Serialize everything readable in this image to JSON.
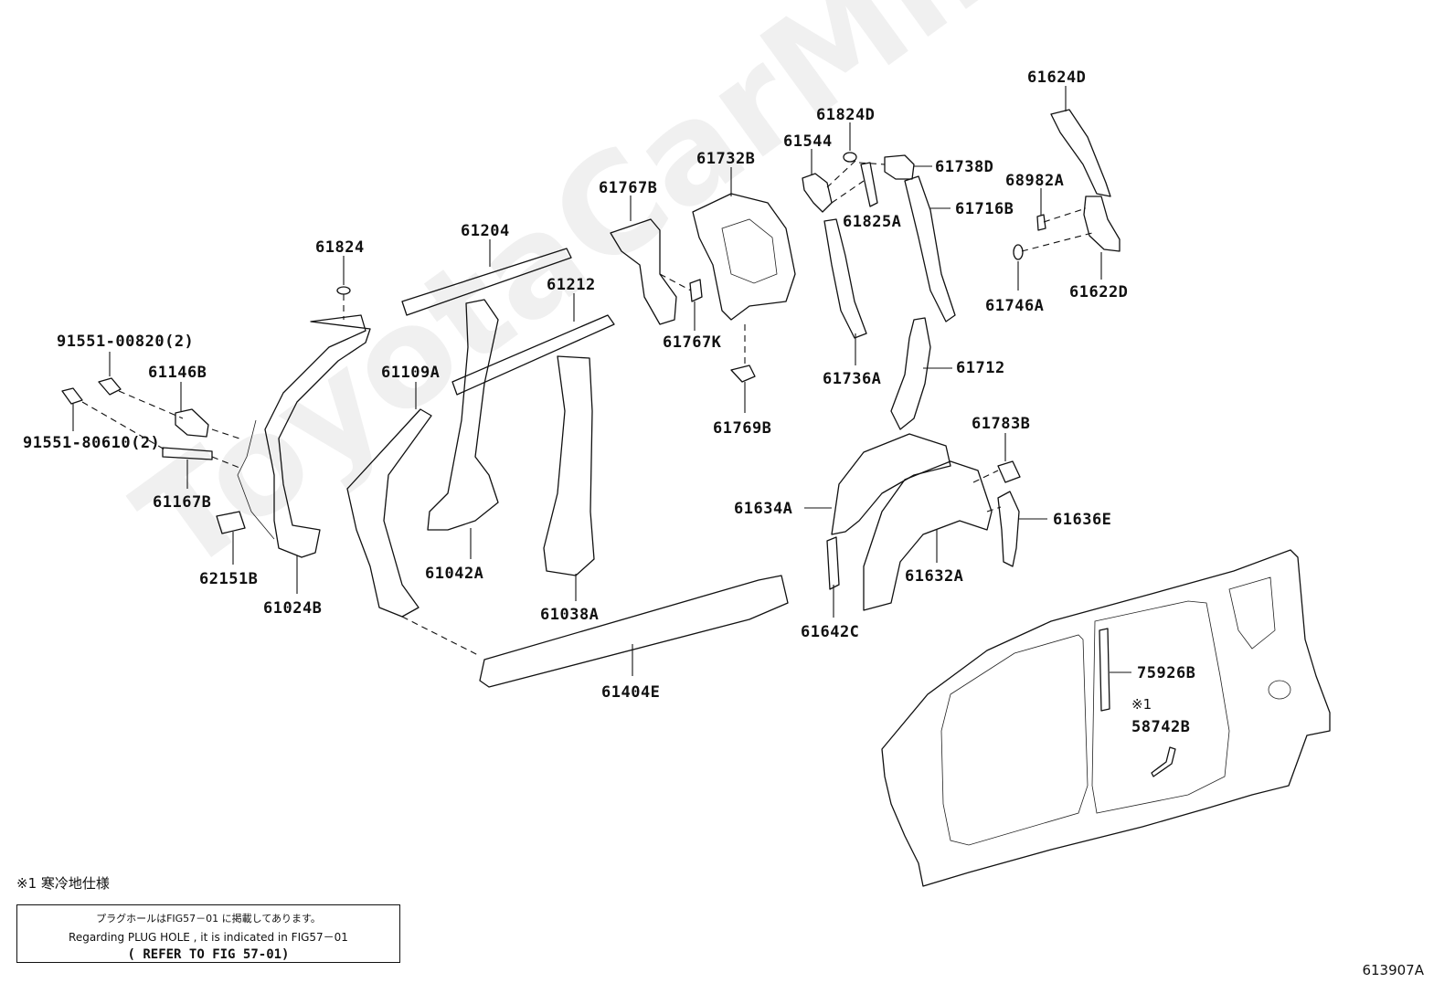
{
  "watermark": "ToyotaCarMine.ru",
  "figure_code": "613907A",
  "note_mark": "※1 寒冷地仕様",
  "asterisk_note": "※1",
  "note_box": {
    "line1": "プラグホールはFIG57－01 に掲載してあります。",
    "line2": "Regarding  PLUG HOLE , it is indicated in  FIG57－01",
    "line3": "( REFER TO FIG 57-01)"
  },
  "part_labels": {
    "p61624D": "61624D",
    "p61824D": "61824D",
    "p61544": "61544",
    "p61738D": "61738D",
    "p61732B": "61732B",
    "p68982A": "68982A",
    "p61767B": "61767B",
    "p61825A": "61825A",
    "p61716B": "61716B",
    "p61204": "61204",
    "p61824": "61824",
    "p61212": "61212",
    "p61622D": "61622D",
    "p61746A": "61746A",
    "p61767K": "61767K",
    "p91551_00820": "91551-00820(2)",
    "p61146B": "61146B",
    "p61109A": "61109A",
    "p61736A": "61736A",
    "p61712": "61712",
    "p91551_80610": "91551-80610(2)",
    "p61769B": "61769B",
    "p61783B": "61783B",
    "p61167B": "61167B",
    "p61634A": "61634A",
    "p61636E": "61636E",
    "p62151B": "62151B",
    "p61042A": "61042A",
    "p61632A": "61632A",
    "p61024B": "61024B",
    "p61038A": "61038A",
    "p61642C": "61642C",
    "p61404E": "61404E",
    "p75926B": "75926B",
    "p58742B": "58742B"
  }
}
